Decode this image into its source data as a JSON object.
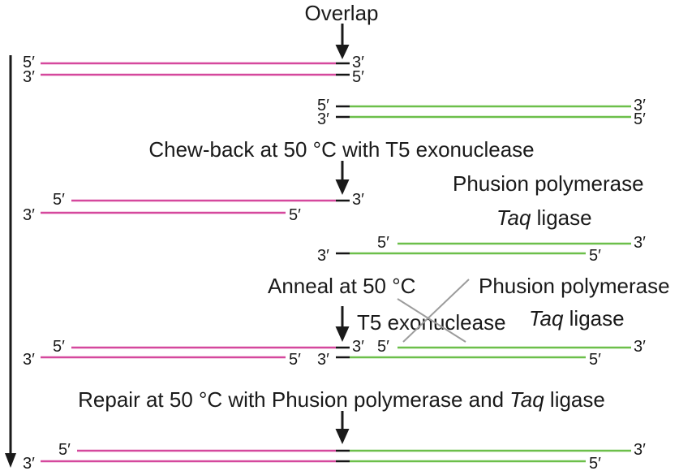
{
  "steps": {
    "overlap": {
      "label": "Overlap"
    },
    "chew_back": {
      "label": "Chew-back at 50 °C with T5 exonuclease"
    },
    "anneal": {
      "label": "Anneal at 50 °C"
    },
    "repair": {
      "pre": "Repair at 50 °C with Phusion polymerase and ",
      "italic": "Taq",
      "post": " ligase"
    }
  },
  "enzymes": {
    "chew_back_stage": {
      "polymerase": "Phusion polymerase",
      "ligase_italic": "Taq",
      "ligase_rest": " ligase"
    },
    "anneal_stage": {
      "polymerase": "Phusion polymerase",
      "inactivated": "T5 exonuclease",
      "ligase_italic": "Taq",
      "ligase_rest": " ligase"
    }
  },
  "ends": {
    "five_prime": "5′",
    "three_prime": "3′"
  },
  "colors": {
    "fragment_a": "#d5489d",
    "fragment_b": "#6cbf4a",
    "overlap": "#151515",
    "ink": "#1a1a1a",
    "cross": "#9c9c9c"
  }
}
